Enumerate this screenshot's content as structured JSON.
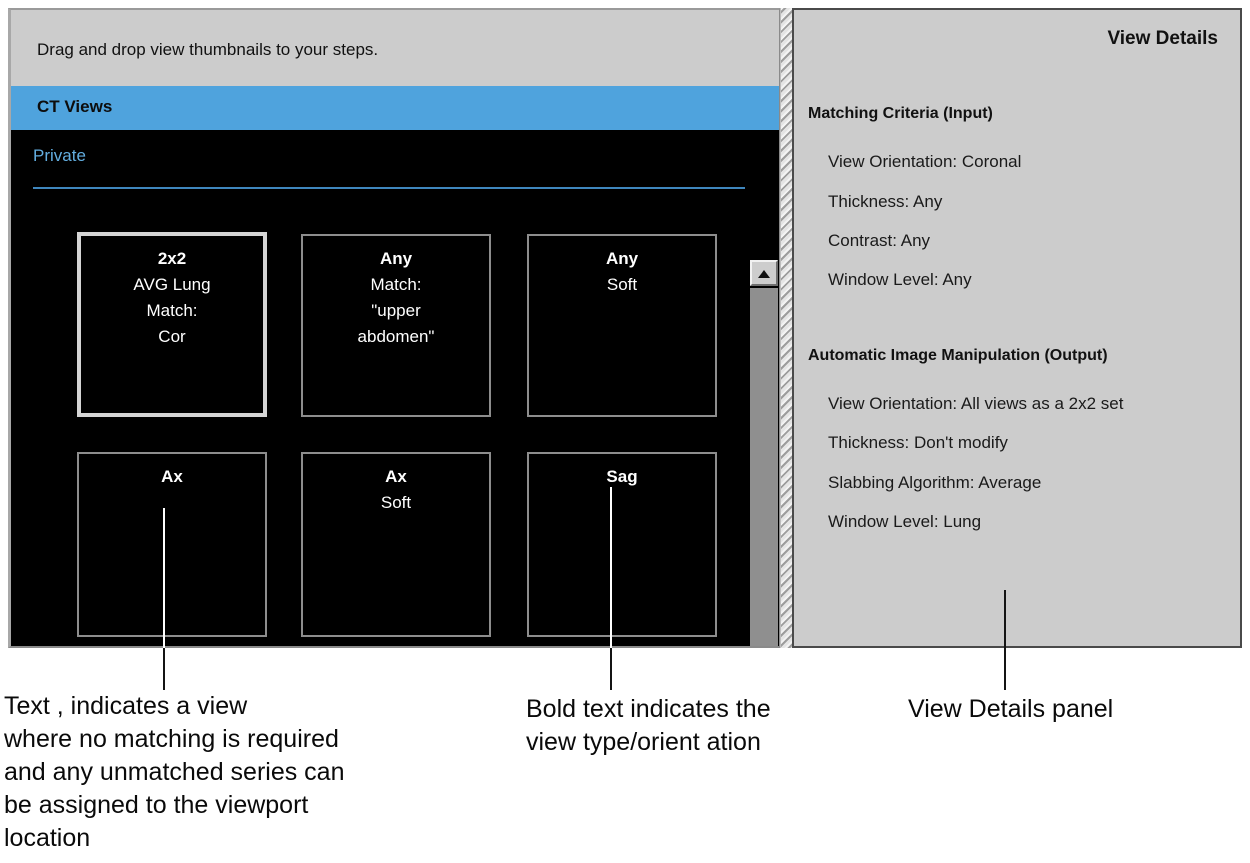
{
  "left_panel": {
    "instruction": "Drag and drop view thumbnails to your steps.",
    "section_header": "CT Views",
    "group_label": "Private",
    "accent_color": "#4fa3dd",
    "group_label_color": "#63aee0",
    "thumbnails": [
      {
        "name": "thumb-2x2-avg-lung",
        "selected": true,
        "lines": [
          {
            "text": "2x2",
            "bold": true
          },
          {
            "text": "AVG Lung",
            "bold": false
          },
          {
            "text": "Match:",
            "bold": false
          },
          {
            "text": "Cor",
            "bold": false
          }
        ]
      },
      {
        "name": "thumb-any-upper-abdomen",
        "selected": false,
        "lines": [
          {
            "text": "Any",
            "bold": true
          },
          {
            "text": "Match:",
            "bold": false
          },
          {
            "text": "\"upper",
            "bold": false
          },
          {
            "text": "abdomen\"",
            "bold": false
          }
        ]
      },
      {
        "name": "thumb-any-soft",
        "selected": false,
        "lines": [
          {
            "text": "Any",
            "bold": true
          },
          {
            "text": "Soft",
            "bold": false
          }
        ]
      },
      {
        "name": "thumb-ax",
        "selected": false,
        "lines": [
          {
            "text": "Ax",
            "bold": true
          }
        ]
      },
      {
        "name": "thumb-ax-soft",
        "selected": false,
        "lines": [
          {
            "text": "Ax",
            "bold": true
          },
          {
            "text": "Soft",
            "bold": false
          }
        ]
      },
      {
        "name": "thumb-sag",
        "selected": false,
        "lines": [
          {
            "text": "Sag",
            "bold": true
          }
        ]
      }
    ],
    "scrollbar": {
      "up_arrow_icon": "triangle-up-icon",
      "grip_icon": "resize-grip-icon"
    }
  },
  "details_panel": {
    "title": "View Details",
    "input_heading": "Matching Criteria (Input)",
    "input_items": [
      "View Orientation: Coronal",
      "Thickness: Any",
      "Contrast: Any",
      "Window Level: Any"
    ],
    "output_heading": "Automatic Image Manipulation (Output)",
    "output_items": [
      "View Orientation: All views as a 2x2 set",
      "Thickness: Don't modify",
      "Slabbing Algorithm: Average",
      "Window Level: Lung"
    ]
  },
  "annotations": {
    "caption_1": [
      "Text , indicates a view",
      "where no matching is required",
      "and any unmatched series can",
      "be assigned to the viewport",
      "location"
    ],
    "caption_2": [
      "Bold text indicates the",
      "view type/orient ation"
    ],
    "caption_3": [
      "View Details panel"
    ]
  }
}
